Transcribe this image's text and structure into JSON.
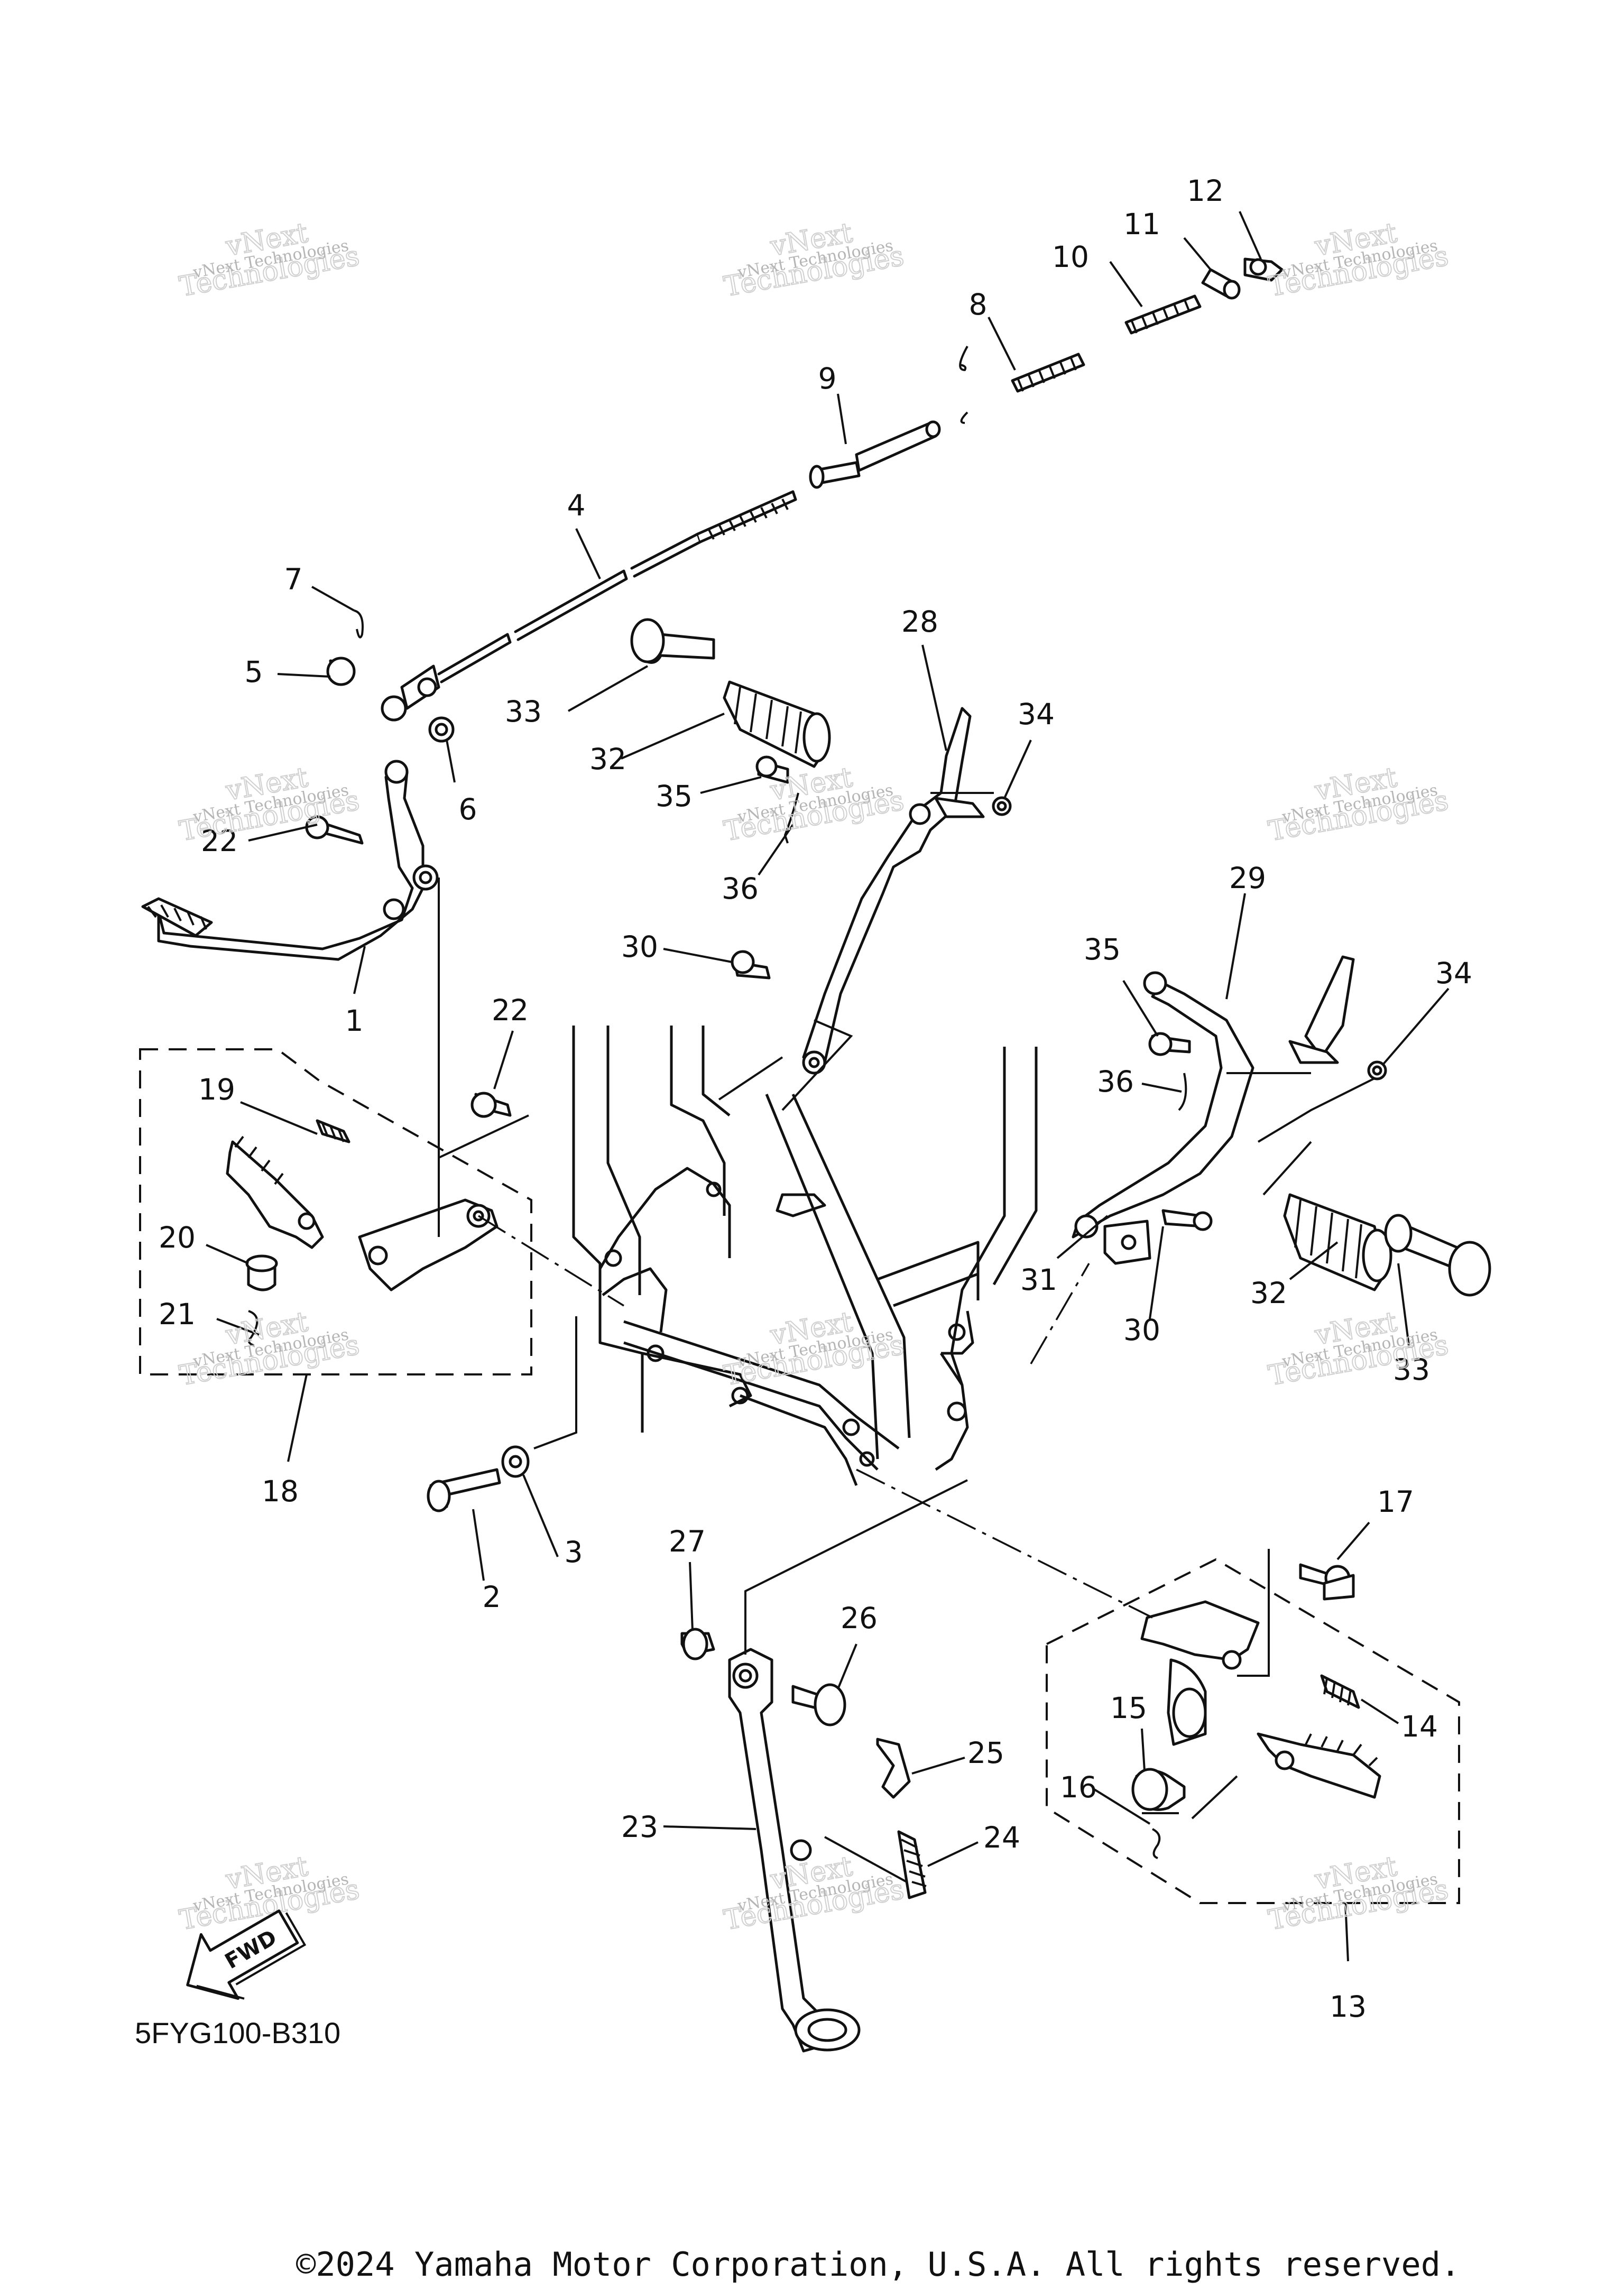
{
  "diagram": {
    "callouts": [
      {
        "id": "1",
        "label": "1"
      },
      {
        "id": "2",
        "label": "2"
      },
      {
        "id": "3",
        "label": "3"
      },
      {
        "id": "4",
        "label": "4"
      },
      {
        "id": "5",
        "label": "5"
      },
      {
        "id": "6",
        "label": "6"
      },
      {
        "id": "7",
        "label": "7"
      },
      {
        "id": "8",
        "label": "8"
      },
      {
        "id": "9",
        "label": "9"
      },
      {
        "id": "10",
        "label": "10"
      },
      {
        "id": "11",
        "label": "11"
      },
      {
        "id": "12",
        "label": "12"
      },
      {
        "id": "13",
        "label": "13"
      },
      {
        "id": "14",
        "label": "14"
      },
      {
        "id": "15",
        "label": "15"
      },
      {
        "id": "16",
        "label": "16"
      },
      {
        "id": "17",
        "label": "17"
      },
      {
        "id": "18",
        "label": "18"
      },
      {
        "id": "19",
        "label": "19"
      },
      {
        "id": "20",
        "label": "20"
      },
      {
        "id": "21",
        "label": "21"
      },
      {
        "id": "22a",
        "label": "22"
      },
      {
        "id": "22b",
        "label": "22"
      },
      {
        "id": "23",
        "label": "23"
      },
      {
        "id": "24",
        "label": "24"
      },
      {
        "id": "25",
        "label": "25"
      },
      {
        "id": "26",
        "label": "26"
      },
      {
        "id": "27",
        "label": "27"
      },
      {
        "id": "28",
        "label": "28"
      },
      {
        "id": "29",
        "label": "29"
      },
      {
        "id": "30a",
        "label": "30"
      },
      {
        "id": "30b",
        "label": "30"
      },
      {
        "id": "31",
        "label": "31"
      },
      {
        "id": "32a",
        "label": "32"
      },
      {
        "id": "32b",
        "label": "32"
      },
      {
        "id": "33a",
        "label": "33"
      },
      {
        "id": "33b",
        "label": "33"
      },
      {
        "id": "34a",
        "label": "34"
      },
      {
        "id": "34b",
        "label": "34"
      },
      {
        "id": "35a",
        "label": "35"
      },
      {
        "id": "35b",
        "label": "35"
      },
      {
        "id": "36a",
        "label": "36"
      },
      {
        "id": "36b",
        "label": "36"
      }
    ],
    "diagram_code": "5FYG100-B310",
    "fwd_label": "FWD",
    "watermark": {
      "line1": "vNext Technologies",
      "line2": "vNext",
      "line3": "Technologies"
    },
    "copyright": "©2024 Yamaha Motor Corporation, U.S.A. All rights reserved."
  }
}
